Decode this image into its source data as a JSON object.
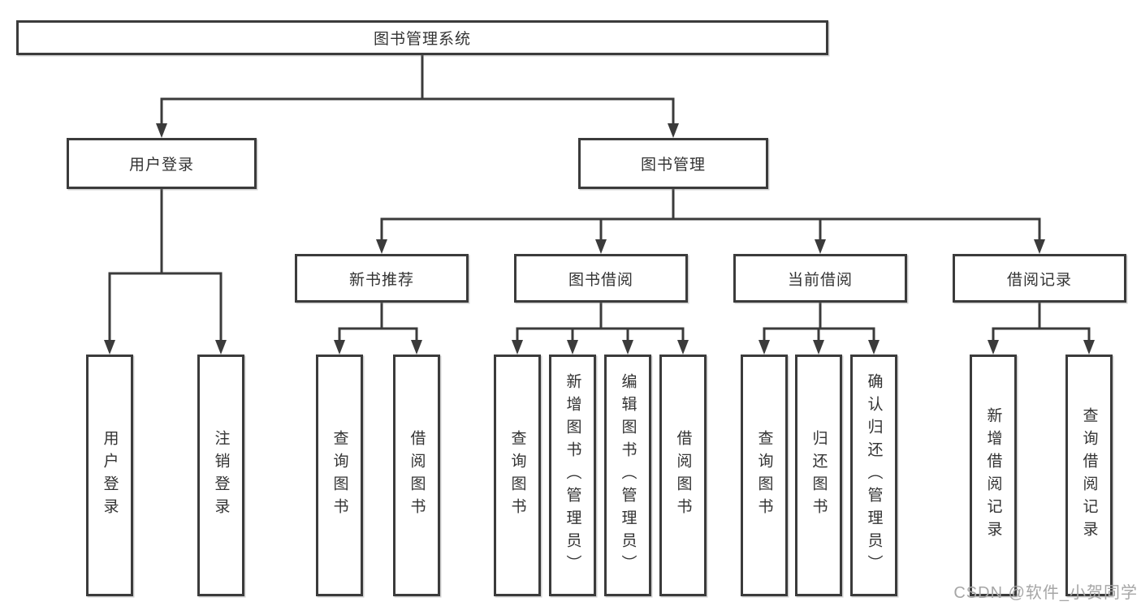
{
  "diagram": {
    "root": {
      "label": "图书管理系统"
    },
    "level2": {
      "user_login": {
        "label": "用户登录"
      },
      "book_management": {
        "label": "图书管理"
      }
    },
    "user_login_children": [
      {
        "label": "用户登录"
      },
      {
        "label": "注销登录"
      }
    ],
    "sections": [
      {
        "label": "新书推荐",
        "children": [
          {
            "label": "查询图书"
          },
          {
            "label": "借阅图书"
          }
        ]
      },
      {
        "label": "图书借阅",
        "children": [
          {
            "label": "查询图书"
          },
          {
            "label": "新增图书（管理员）"
          },
          {
            "label": "编辑图书（管理员）"
          },
          {
            "label": "借阅图书"
          }
        ]
      },
      {
        "label": "当前借阅",
        "children": [
          {
            "label": "查询图书"
          },
          {
            "label": "归还图书"
          },
          {
            "label": "确认归还（管理员）"
          }
        ]
      },
      {
        "label": "借阅记录",
        "children": [
          {
            "label": "新增借阅记录"
          },
          {
            "label": "查询借阅记录"
          }
        ]
      }
    ],
    "colors": {
      "line": "#3b3b3b",
      "box_border": "#3b3b3b",
      "text": "#333333",
      "watermark_text": "#a6a6a6",
      "background": "#ffffff"
    }
  },
  "watermark": {
    "text": "CSDN @软件_小贺同学"
  }
}
